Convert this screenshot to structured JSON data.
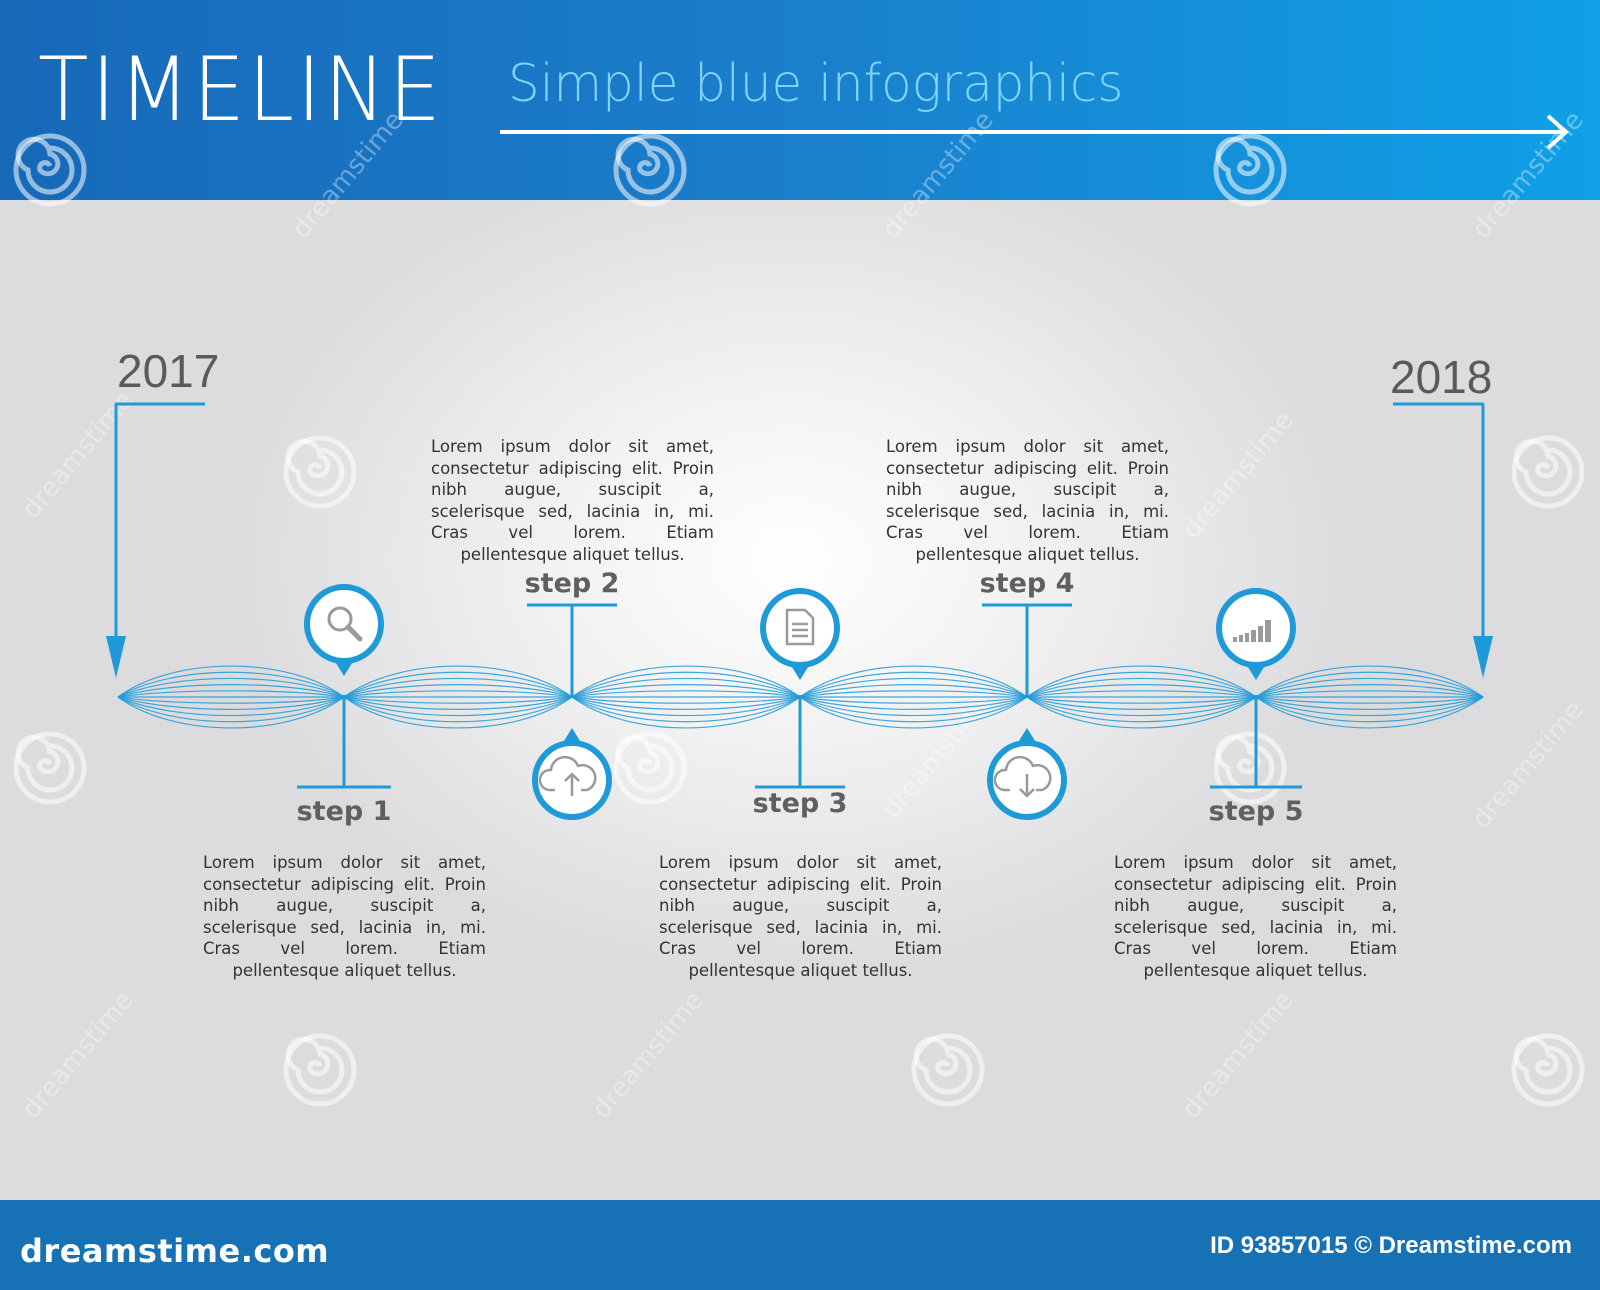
{
  "header": {
    "title": "TIMELINE",
    "subtitle": "Simple blue infographics"
  },
  "years": {
    "start": "2017",
    "end": "2018"
  },
  "steps": [
    {
      "label": "step 1",
      "icon": "search-icon",
      "text": "Lorem ipsum dolor sit amet, consectetur adipiscing elit. Proin nibh augue, suscipit a, scelerisque sed, lacinia in, mi. Cras vel lorem. Etiam pellentesque aliquet tellus."
    },
    {
      "label": "step 2",
      "icon": "cloud-upload-icon",
      "text": "Lorem ipsum dolor sit amet, consectetur adipiscing elit. Proin nibh augue, suscipit a, scelerisque sed, lacinia in, mi. Cras vel lorem. Etiam pellentesque aliquet tellus."
    },
    {
      "label": "step 3",
      "icon": "document-icon",
      "text": "Lorem ipsum dolor sit amet, consectetur adipiscing elit. Proin nibh augue, suscipit a, scelerisque sed, lacinia in, mi. Cras vel lorem. Etiam pellentesque aliquet tellus."
    },
    {
      "label": "step 4",
      "icon": "cloud-download-icon",
      "text": "Lorem ipsum dolor sit amet, consectetur adipiscing elit. Proin nibh augue, suscipit a, scelerisque sed, lacinia in, mi. Cras vel lorem. Etiam pellentesque aliquet tellus."
    },
    {
      "label": "step 5",
      "icon": "signal-bars-icon",
      "text": "Lorem ipsum dolor sit amet, consectetur adipiscing elit. Proin nibh augue, suscipit a, scelerisque sed, lacinia in, mi. Cras vel lorem. Etiam pellentesque aliquet tellus."
    }
  ],
  "footer": {
    "brand": "dreamstime.com",
    "credit": "ID 93857015 © Dreamstime.com"
  },
  "watermark": "dreamstime",
  "colors": {
    "accent": "#1e9ad9",
    "header_start": "#1769b8",
    "header_end": "#0fa0e6",
    "footer": "#1672b5",
    "text": "#333333",
    "label": "#5f5f5f"
  }
}
